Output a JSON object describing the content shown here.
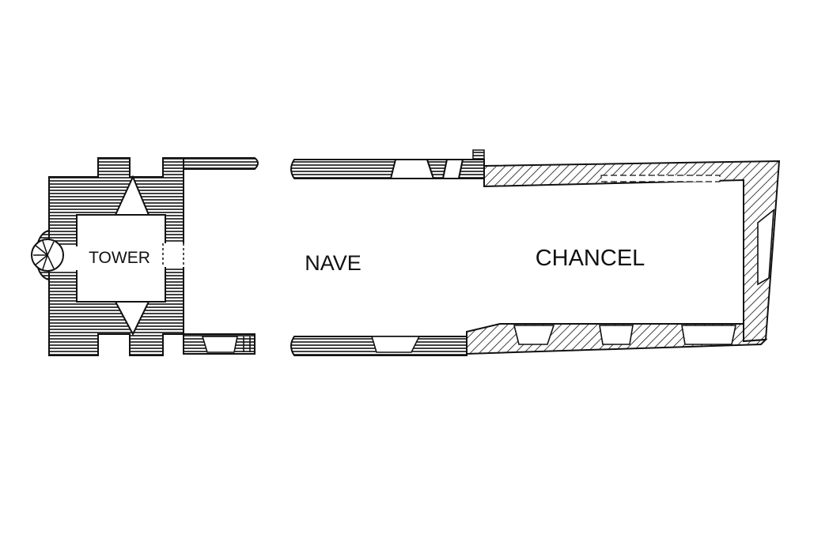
{
  "labels": {
    "tower": "TOWER",
    "nave": "NAVE",
    "chancel": "CHANCEL"
  },
  "colors": {
    "ink": "#111111",
    "paper": "#ffffff"
  }
}
